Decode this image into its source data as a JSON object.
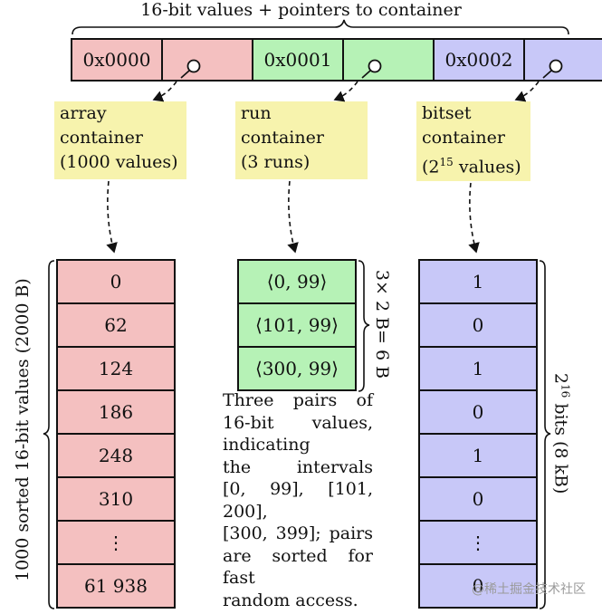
{
  "header": {
    "title": "16-bit values + pointers to container"
  },
  "pointers": [
    {
      "key": "0x0000",
      "color": "#f4c0c0"
    },
    {
      "key": "0x0001",
      "color": "#b6f2b6"
    },
    {
      "key": "0x0002",
      "color": "#c8c8f8"
    }
  ],
  "containers": {
    "array": {
      "lines": [
        "array",
        "container",
        "(1000 values)"
      ]
    },
    "run": {
      "lines": [
        "run",
        "container",
        "(3 runs)"
      ]
    },
    "bitset": {
      "line1": "bitset",
      "line2": "container",
      "line3_prefix": "(2",
      "line3_exp": "15",
      "line3_suffix": " values)"
    }
  },
  "array_values": [
    "0",
    "62",
    "124",
    "186",
    "248",
    "310",
    "⋮",
    "61 938"
  ],
  "array_size_label": "1000 sorted 16-bit values (2000 B)",
  "runs": [
    "⟨0, 99⟩",
    "⟨101, 99⟩",
    "⟨300, 99⟩"
  ],
  "run_size_label": "3× 2 B= 6 B",
  "run_description": [
    "Three pairs of",
    "16-bit values,",
    "indicating",
    "the intervals",
    "[0, 99], [101, 200],",
    "[300, 399]; pairs",
    "are sorted for fast",
    "random access."
  ],
  "bits": [
    "1",
    "0",
    "1",
    "0",
    "1",
    "0",
    "⋮",
    "0"
  ],
  "bitset_size_label": {
    "prefix": "2",
    "exp": "16",
    "suffix": " bits (8 kB)"
  },
  "watermark": "@稀土掘金技术社区"
}
